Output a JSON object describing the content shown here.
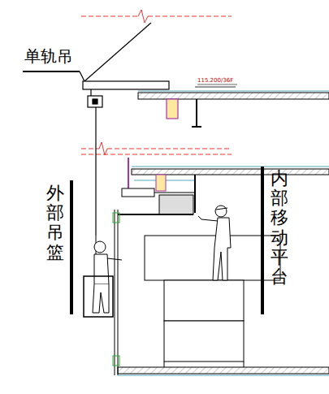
{
  "diagram": {
    "labels": [
      "单轨吊",
      "115.200/36F",
      "外部吊篮",
      "内部移动平台"
    ]
  }
}
